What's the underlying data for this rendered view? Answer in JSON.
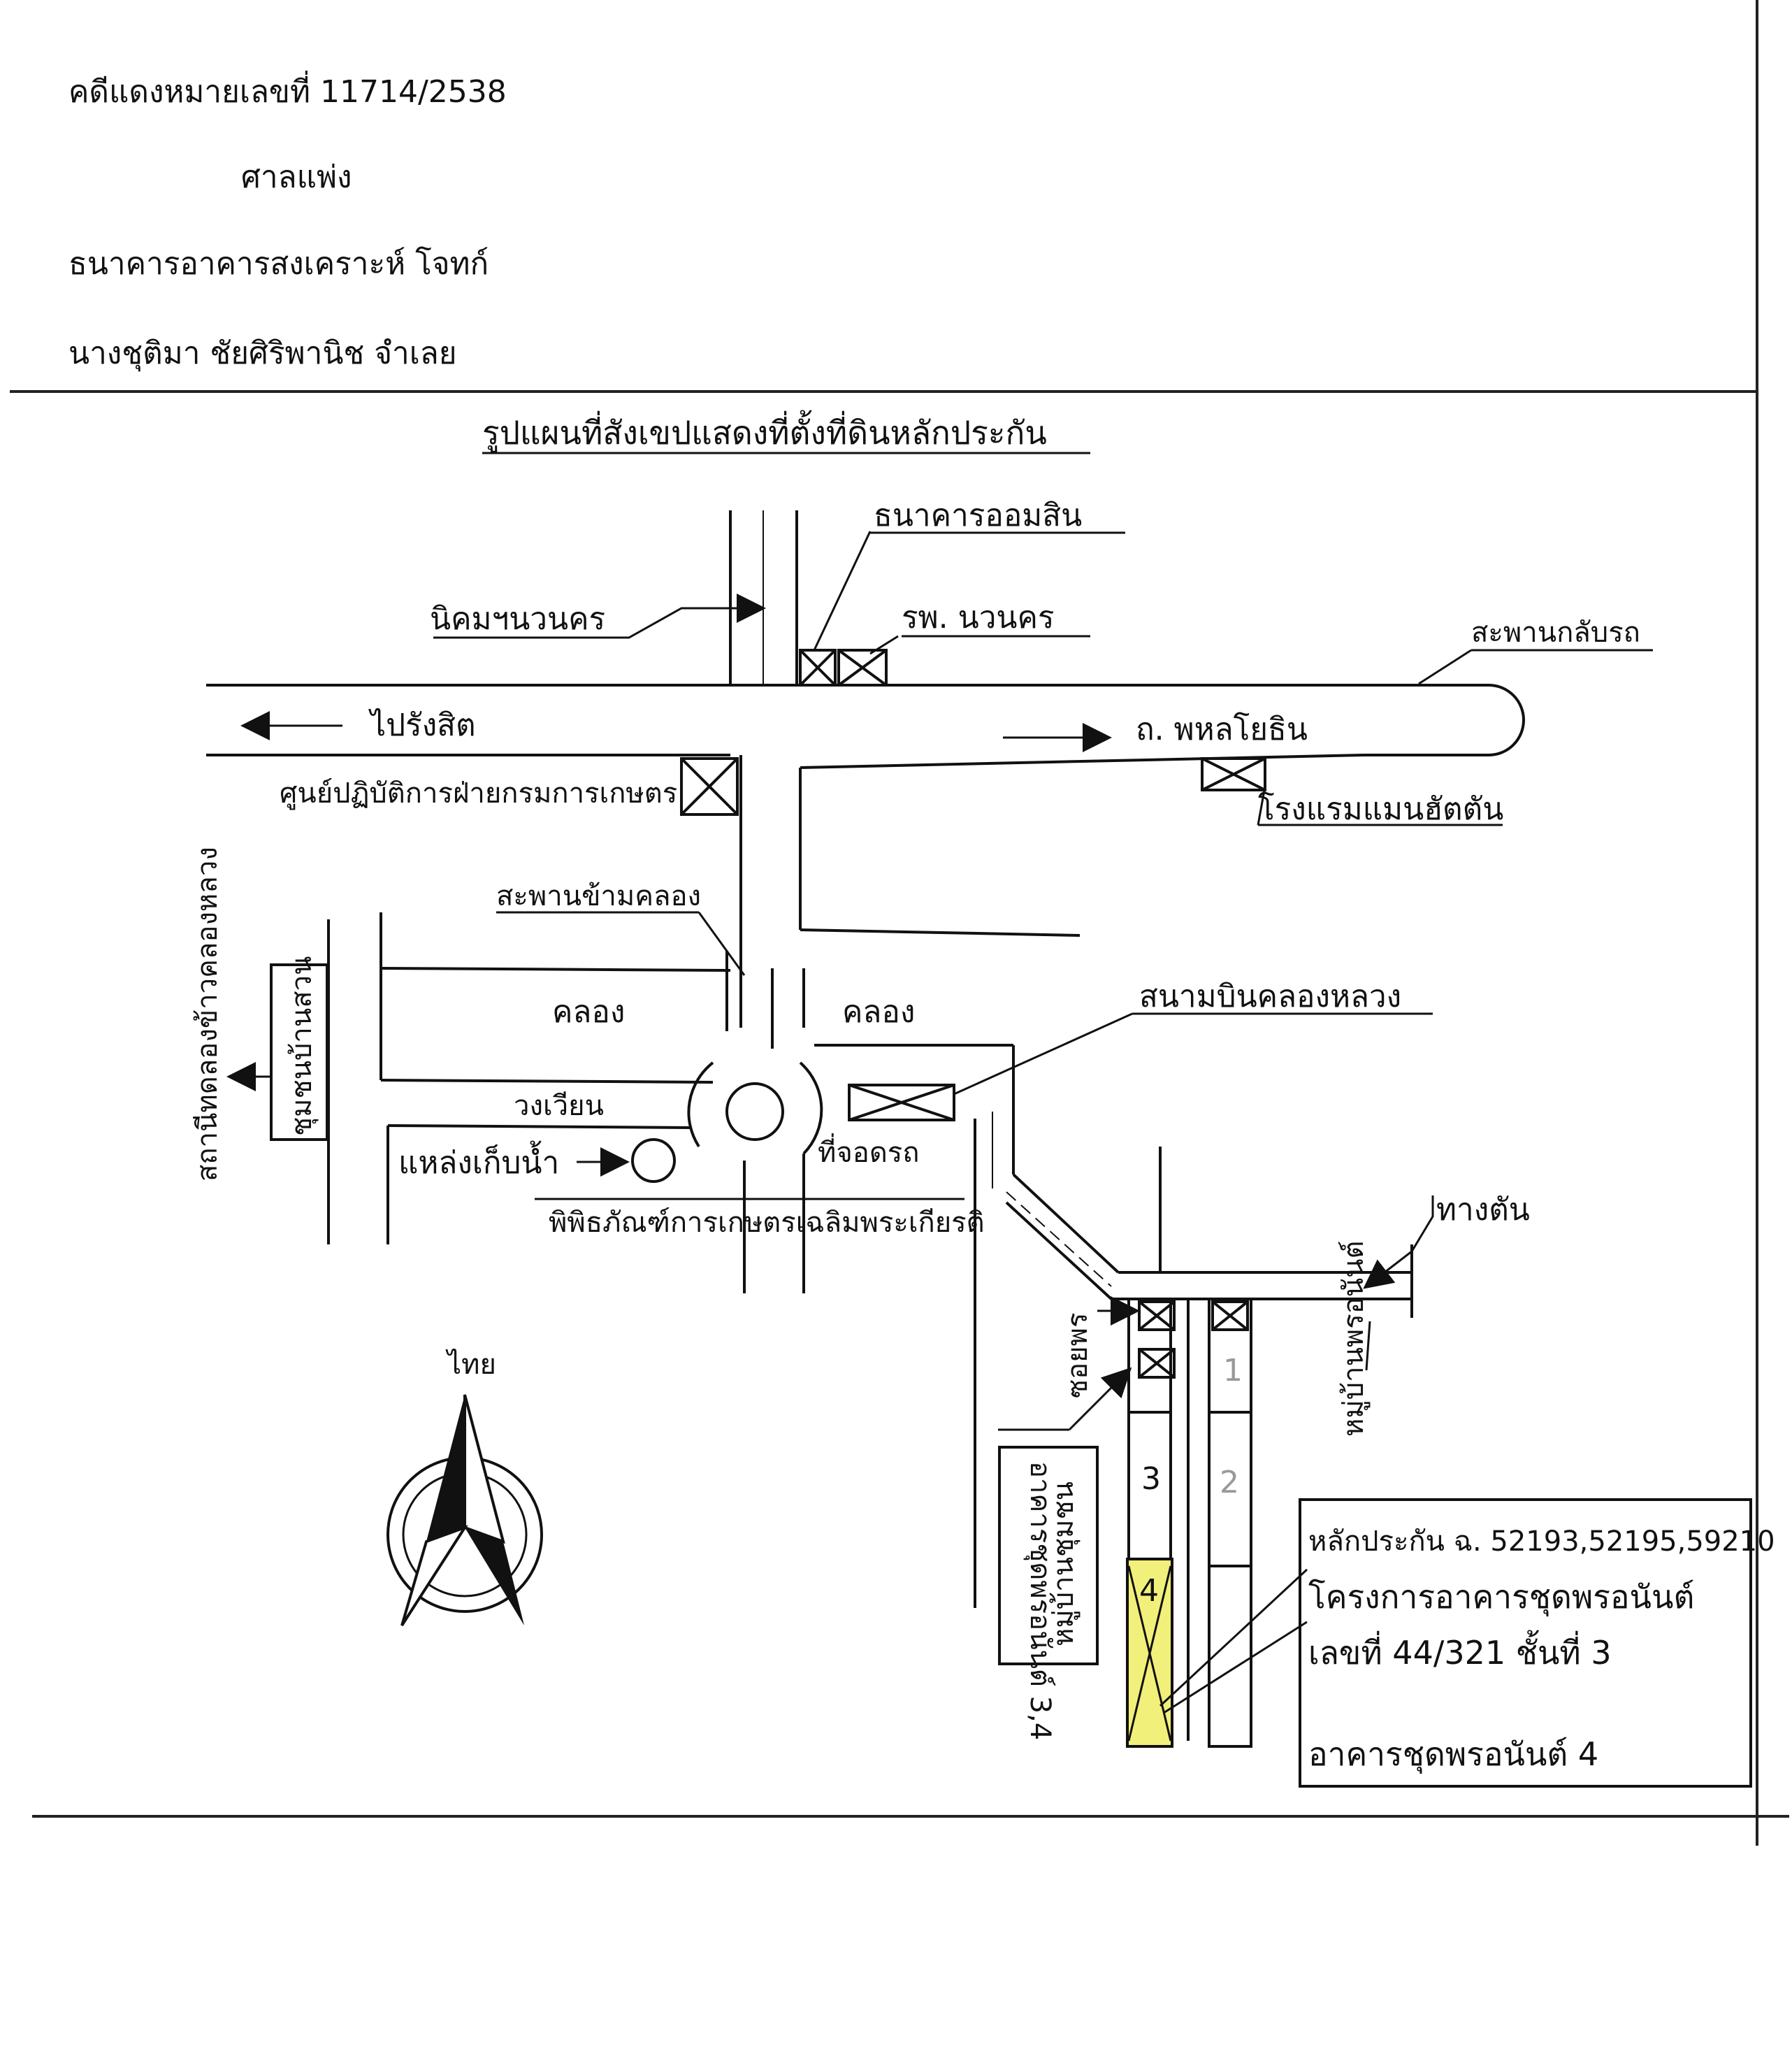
{
  "header": {
    "case_number": "คดีแดงหมายเลขที่  11714/2538",
    "court": "ศาลแพ่ง",
    "plaintiff": "ธนาคารอาคารสงเคราะห์   โจทก์",
    "defendant": "นางชุติมา  ชัยศิริพานิช      จำเลย"
  },
  "map": {
    "title": "รูปแผนที่สังเขปแสดงที่ตั้งที่ดินหลักประกัน",
    "north_label": "ไทย",
    "landmarks": {
      "bank_gsb": "ธนาคารออมสิน",
      "hospital": "รพ. นวนคร",
      "nava_nakorn_estate": "นิคมฯนวนคร",
      "u_turn_bridge": "สะพานกลับรถ",
      "to_rangsit": "ไปรังสิต",
      "phahonyothin_road": "ถ. พหลโยธิน",
      "agri_center": "ศูนย์ปฏิบัติการฝ่ายกรมการเกษตร",
      "hotel": "โรงแรมแมนฮัตตัน",
      "canal_bridge": "สะพานข้ามคลอง",
      "canal_left": "คลอง",
      "canal_right": "คลอง",
      "airfield": "สนามบินคลองหลวง",
      "roundabout": "วงเวียน",
      "parking": "ที่จอดรถ",
      "reservoir": "แหล่งเก็บน้ำ",
      "museum": "พิพิธภัณฑ์การเกษตรเฉลิมพระเกียรติ",
      "dead_end": "ทางตัน",
      "station_vertical": "สถานีทดลองข้าวคลองหลวง",
      "school_vertical": "ชุมชนบ้านสวน",
      "pornnan_village": "หมู่บ้านพรอนันต์",
      "soi_label": "ซอยพร",
      "village_side_label": "หมู่บ้านชุมชน",
      "building_side_label": "อาคารชุดพรอนันต์ 3,4",
      "block_1": "1",
      "block_2": "2",
      "block_3": "3",
      "block_4": "4"
    },
    "info_box": {
      "line1": "หลักประกัน ฉ. 52193,52195,59210",
      "line2": "โครงการอาคารชุดพรอนันต์",
      "line3": "เลขที่ 44/321 ชั้นที่ 3",
      "line4": "อาคารชุดพรอนันต์ 4"
    },
    "highlight_color": "#f1f07a"
  }
}
